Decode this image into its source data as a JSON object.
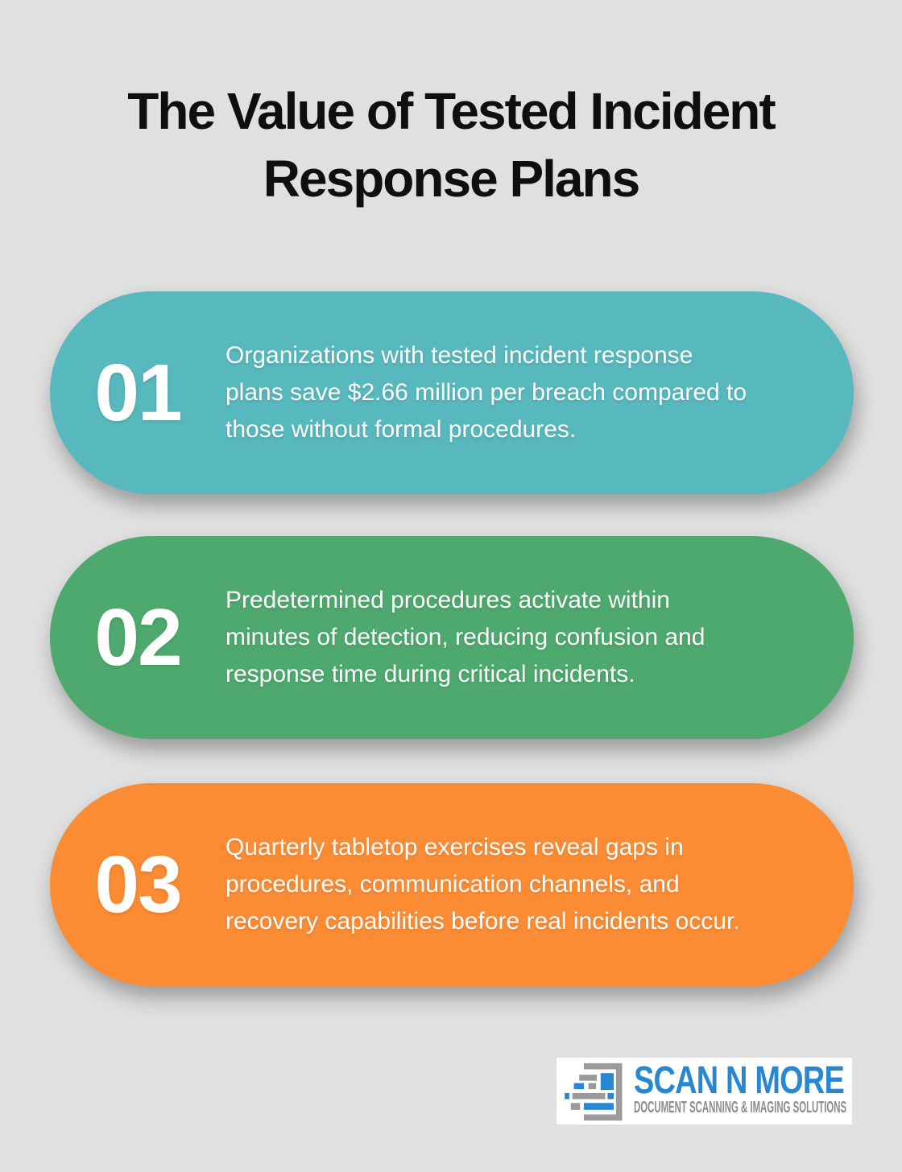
{
  "page": {
    "background_color": "#dfe0df",
    "title_line1": "The Value of Tested Incident",
    "title_line2": "Response Plans",
    "title_color": "#0f0f0f"
  },
  "cards": [
    {
      "number": "01",
      "background_color": "#57b8bd",
      "text_color": "#ffffff",
      "text": "Organizations with tested incident response plans save $2.66 million per breach compared to those without formal procedures.",
      "lines": [
        "Organizations with tested incident response",
        "plans save $2.66 million per breach compared to",
        "those without formal procedures."
      ]
    },
    {
      "number": "02",
      "background_color": "#4ea96e",
      "text_color": "#ffffff",
      "text": "Predetermined procedures activate within minutes of detection, reducing confusion and response time during critical incidents.",
      "lines": [
        "Predetermined procedures activate within",
        "minutes of detection, reducing confusion and",
        "response time during critical incidents."
      ]
    },
    {
      "number": "03",
      "background_color": "#fb8c34",
      "text_color": "#ffffff",
      "text": "Quarterly tabletop exercises reveal gaps in procedures, communication channels, and recovery capabilities before real incidents occur.",
      "lines": [
        "Quarterly tabletop exercises reveal gaps in",
        "procedures, communication channels, and",
        "recovery capabilities before real incidents occur."
      ]
    }
  ],
  "logo": {
    "brand_name": "SCAN N MORE",
    "tagline": "DOCUMENT SCANNING & IMAGING SOLUTIONS",
    "brand_color": "#2787d3",
    "tagline_color": "#8c8c8c",
    "icon": "scan-document-icon",
    "icon_gray": "#9a9a9a",
    "icon_blue": "#2787d3"
  }
}
